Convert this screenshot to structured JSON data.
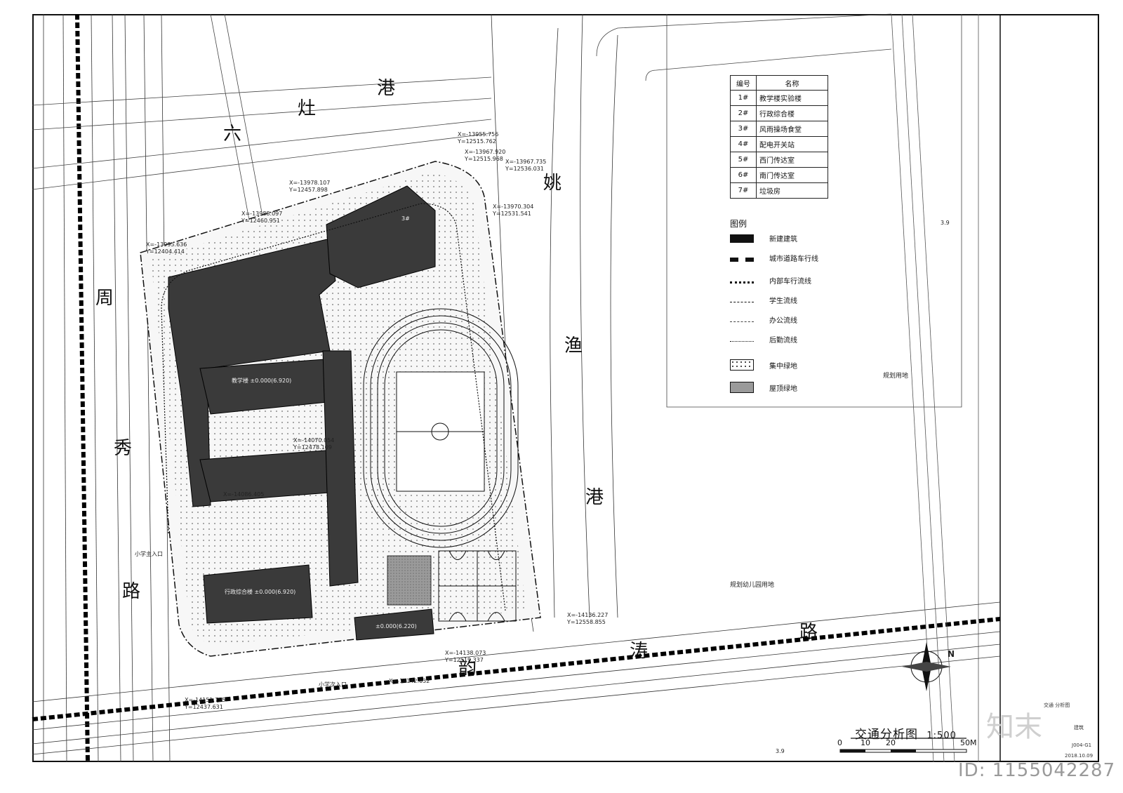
{
  "roads": {
    "north_river": [
      "六",
      "灶",
      "港"
    ],
    "east_river": [
      "姚",
      "渔",
      "港"
    ],
    "west_road": [
      "周",
      "秀",
      "路"
    ],
    "south_road": [
      "韵",
      "涛",
      "路"
    ]
  },
  "legend_table": {
    "header": [
      "编号",
      "名称"
    ],
    "rows": [
      {
        "num": "1#",
        "name": "教学楼实验楼"
      },
      {
        "num": "2#",
        "name": "行政综合楼"
      },
      {
        "num": "3#",
        "name": "风雨操场食堂"
      },
      {
        "num": "4#",
        "name": "配电开关站"
      },
      {
        "num": "5#",
        "name": "西门传达室"
      },
      {
        "num": "6#",
        "name": "南门传达室"
      },
      {
        "num": "7#",
        "name": "垃圾房"
      }
    ]
  },
  "legend": {
    "title": "图例",
    "items": [
      {
        "label": "新建建筑",
        "style": "solid"
      },
      {
        "label": "城市道路车行线",
        "style": "thickdash"
      },
      {
        "label": "内部车行流线",
        "style": "dotted"
      },
      {
        "label": "学生流线",
        "style": "dash"
      },
      {
        "label": "办公流线",
        "style": "dashdot"
      },
      {
        "label": "后勤流线",
        "style": "fine"
      },
      {
        "label": "集中绿地",
        "style": "dots"
      },
      {
        "label": "屋顶绿地",
        "style": "gray"
      }
    ]
  },
  "drawing": {
    "title": "交通分析图",
    "scale": "1:500",
    "scale_bar": [
      "0",
      "10",
      "20",
      "50M"
    ]
  },
  "site_labels": {
    "plan_land": "规划用地",
    "kindergarten": "规划幼儿园用地",
    "elev_a": "3.9",
    "elev_b": "3.9",
    "building_1": "教学楼 ±0.000(6.920)",
    "building_2": "行政综合楼 ±0.000(6.920)",
    "building_4": "±0.000(6.220)",
    "building_3": "3#",
    "north": "N"
  },
  "coordinates": [
    "X=-13955.756",
    "Y=12515.762",
    "X=-13967.920",
    "Y=12515.968",
    "X=-13967.735",
    "Y=12536.031",
    "X=-13978.107",
    "Y=12457.898",
    "X=-13988.097",
    "Y=12460.951",
    "X=-13995.636",
    "Y=12404.414",
    "X=-13970.304",
    "Y=12531.541",
    "X=-14136.227",
    "Y=12558.855",
    "X=-14138.073",
    "Y=12519.337",
    "X=-14142.032",
    "X=-14151.795",
    "Y=12437.631",
    "X=-14070.054",
    "Y=12478.109",
    "X=-14086.405"
  ],
  "gates": [
    "小学次入口",
    "小学主入口"
  ],
  "title_block": {
    "t1": "交通 分析图",
    "t2": "建筑",
    "t3": "J004-G1",
    "t4": "2018.10.09"
  },
  "watermark": {
    "logo": "知末",
    "id": "ID: 1155042287"
  }
}
